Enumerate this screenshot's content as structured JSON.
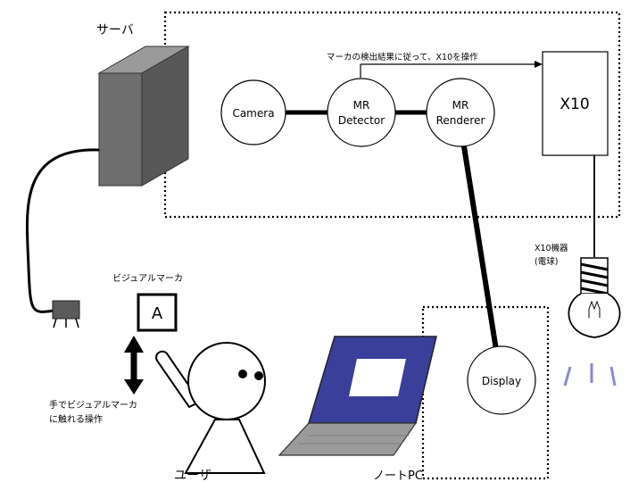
{
  "labels": {
    "server": "サーバ",
    "arrow_note": "マーカの検出結果に従って、X10を操作",
    "camera": "Camera",
    "mr_detector": [
      "MR",
      "Detector"
    ],
    "mr_renderer": [
      "MR",
      "Renderer"
    ],
    "x10": "X10",
    "x10_device": [
      "X10機器",
      "(電球)"
    ],
    "visual_marker": "ビジュアルマーカ",
    "marker_letter": "A",
    "hand_action": [
      "手でビジュアルマーカ",
      "に触れる操作"
    ],
    "user": "ユーザ",
    "display": "Display",
    "notebook_pc": "ノートPC"
  },
  "colors": {
    "server_front": "#6e6e6e",
    "server_top": "#9a9a9a",
    "server_side": "#585858",
    "laptop_screen": "#3a3f9a",
    "laptop_body": "#9a9a9a",
    "light_rays": "#8a8ad0"
  }
}
